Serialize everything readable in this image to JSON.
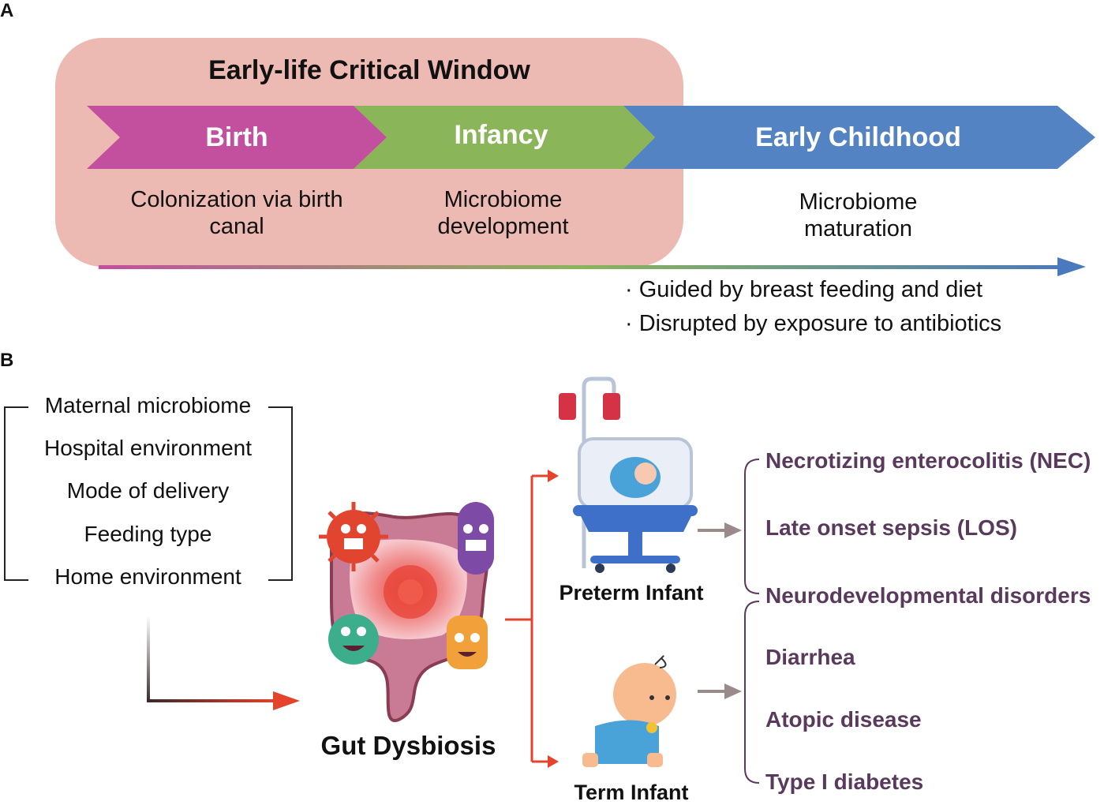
{
  "panel_a": {
    "letter": "A",
    "window_title": "Early-life Critical Window",
    "stages": [
      {
        "label": "Birth",
        "description": "Colonization via birth canal",
        "color": "#c34f9f"
      },
      {
        "label": "Infancy",
        "description": "Microbiome development",
        "color": "#8bb559"
      },
      {
        "label": "Early Childhood",
        "description": "Microbiome maturation",
        "color": "#5383c3"
      }
    ],
    "bullets": [
      "Guided by breast feeding and diet",
      "Disrupted by exposure to antibiotics"
    ],
    "bullet_marker": "·"
  },
  "panel_b": {
    "letter": "B",
    "factors": [
      "Maternal microbiome",
      "Hospital environment",
      "Mode of delivery",
      "Feeding type",
      "Home environment"
    ],
    "center_label": "Gut Dysbiosis",
    "preterm_label": "Preterm Infant",
    "term_label": "Term Infant",
    "preterm_outcomes": [
      "Necrotizing enterocolitis (NEC)",
      "Late onset sepsis (LOS)",
      "Neurodevelopmental disorders"
    ],
    "term_outcomes": [
      "Diarrhea",
      "Atopic disease",
      "Type I diabetes"
    ],
    "colors": {
      "outcome_text": "#5a3a5c",
      "red_arrow": "#e4432c",
      "grey_arrow": "#9a8a8a",
      "window_box": "#ecbab2"
    }
  }
}
